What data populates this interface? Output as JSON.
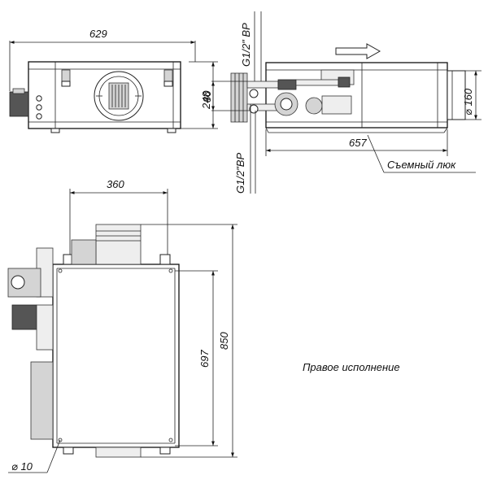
{
  "dimensions": {
    "width_629": "629",
    "height_248": "248",
    "pipe_80": "80",
    "duct_160": "⌀ 160",
    "length_657": "657",
    "width_360": "360",
    "height_697": "697",
    "height_850": "850",
    "hole_10": "⌀ 10"
  },
  "labels": {
    "thread_top": "G1/2\" ВР",
    "thread_bottom": "G1/2\"ВР",
    "removable_hatch": "Съемный люк",
    "right_version": "Правое исполнение"
  },
  "colors": {
    "line": "#111111",
    "housing_fill": "#ffffff",
    "component_fill": "#d4d4d4"
  }
}
